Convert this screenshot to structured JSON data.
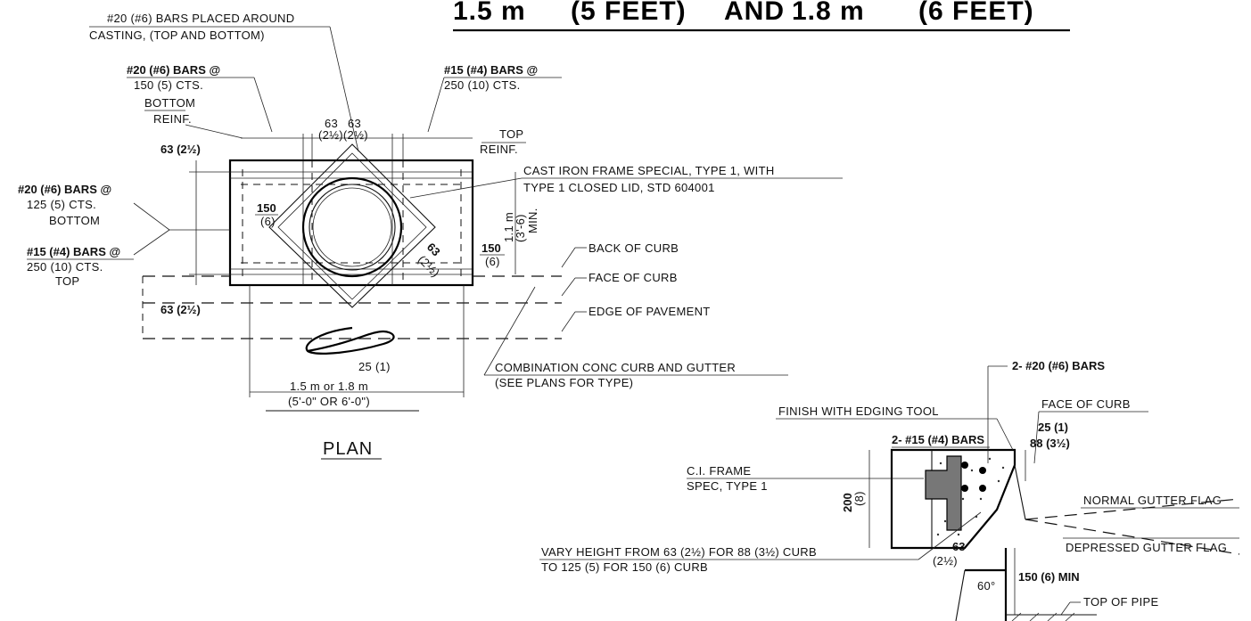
{
  "title": {
    "left": "1.5 m",
    "left_imperial": "(5 FEET)",
    "and": "AND",
    "right": "1.8 m",
    "right_imperial": "(6 FEET)"
  },
  "plan": {
    "sheet_title": "PLAN",
    "bars_around_casting_l1": "#20 (#6) BARS PLACED AROUND",
    "bars_around_casting_l2": "CASTING, (TOP AND BOTTOM)",
    "bottom_bars_l1": "#20 (#6) BARS @",
    "bottom_bars_l2": "150 (5) CTS.",
    "bottom_reinf_l1": "BOTTOM",
    "bottom_reinf_l2": "REINF.",
    "top_bars_l1": "#15 (#4) BARS @",
    "top_bars_l2": "250 (10) CTS.",
    "top_reinf_l1": "TOP",
    "top_reinf_l2": "REINF.",
    "dim_63_a": "63",
    "dim_63_b": "63",
    "dim_63_sub": "(2½)(2½)",
    "dim_63_left_top": "63 (2½)",
    "dim_63_left_bottom": "63 (2½)",
    "left_bars_bottom_l1": "#20 (#6) BARS @",
    "left_bars_bottom_l2": "125 (5) CTS.",
    "left_bars_bottom_l3": "BOTTOM",
    "left_bars_top_l1": "#15 (#4) BARS @",
    "left_bars_top_l2": "250 (10) CTS.",
    "left_bars_top_l3": "TOP",
    "dim_150_left": "150",
    "dim_150_left_sub": "(6)",
    "dim_150_right": "150",
    "dim_150_right_sub": "(6)",
    "dim_63_diag": "63",
    "dim_63_diag_sub": "(2½)",
    "dim_height": "1.1 m",
    "dim_height_sub": "(3'-6)",
    "dim_height_min": "MIN.",
    "cast_iron_l1": "CAST IRON FRAME SPECIAL, TYPE 1, WITH",
    "cast_iron_l2": "TYPE 1 CLOSED LID, STD 604001",
    "back_of_curb": "BACK OF CURB",
    "face_of_curb": "FACE OF CURB",
    "edge_of_pavement": "EDGE OF PAVEMENT",
    "dim_25": "25 (1)",
    "combination_l1": "COMBINATION CONC CURB AND GUTTER",
    "combination_l2": "(SEE PLANS FOR TYPE)",
    "width_l1": "1.5 m or 1.8 m",
    "width_l2": "(5'-0\" OR 6'-0\")"
  },
  "section": {
    "bars_20": "2- #20 (#6) BARS",
    "face_of_curb": "FACE OF CURB",
    "dim_25": "25 (1)",
    "finish": "FINISH WITH EDGING TOOL",
    "bars_15": "2- #15 (#4) BARS",
    "dim_88": "88 (3½)",
    "ci_frame_l1": "C.I. FRAME",
    "ci_frame_l2": "SPEC, TYPE 1",
    "dim_200": "200",
    "dim_200_sub": "(8)",
    "normal_gutter": "NORMAL GUTTER FLAG",
    "depressed_gutter": "DEPRESSED GUTTER FLAG",
    "vary_l1": "VARY HEIGHT FROM 63 (2½) FOR 88 (3½) CURB",
    "vary_l2": "TO 125 (5) FOR 150 (6) CURB",
    "dim_63": "63",
    "dim_63_sub": "(2½)",
    "angle": "60°",
    "dim_150_min": "150 (6) MIN",
    "top_of_pipe": "TOP OF PIPE"
  }
}
